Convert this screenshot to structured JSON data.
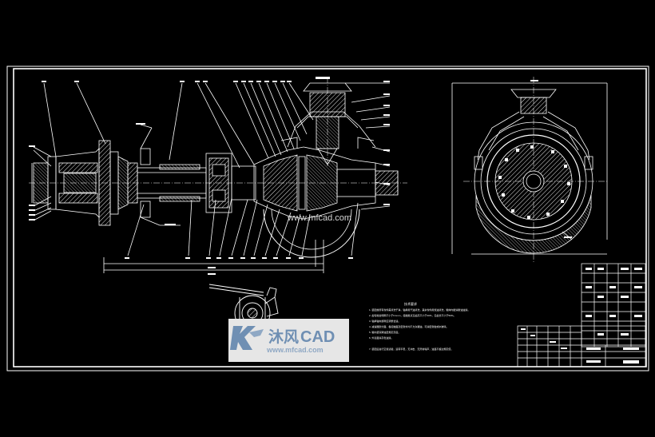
{
  "drawing": {
    "site_watermark": "www.mfcad.com",
    "logo": {
      "brand_cn": "沐风",
      "brand_en": "CAD",
      "url": "www.mfcad.com"
    },
    "notes": {
      "title": "技术要求",
      "lines": [
        "1. 装配前所有零件需清洗干净，轴承用汽油清洗，其余零件用煤油清洗，箱体内壁涂耐油油漆。",
        "2. 齿轮啮合侧隙不小于0.1mm，接触斑点沿齿高不小于40%，沿齿长不小于50%。",
        "3. 轴承轴向游隙应调整合适。",
        "4. 减速器剖分面、各接触面及密封处均不允许漏油，可涂密封胶或水玻璃。",
        "5. 箱内装润滑油至规定高度。",
        "6. 外表面涂灰色油漆。",
        "7. 装配后进行空载试验，运转平稳，无冲击、无异常噪声，油温不超过规定值。"
      ]
    },
    "colors": {
      "background": "#000000",
      "line": "#ffffff",
      "hatch": "#ffffff",
      "watermark_bg": "#e6e6e6",
      "watermark_text": "#6f8fb3"
    }
  }
}
